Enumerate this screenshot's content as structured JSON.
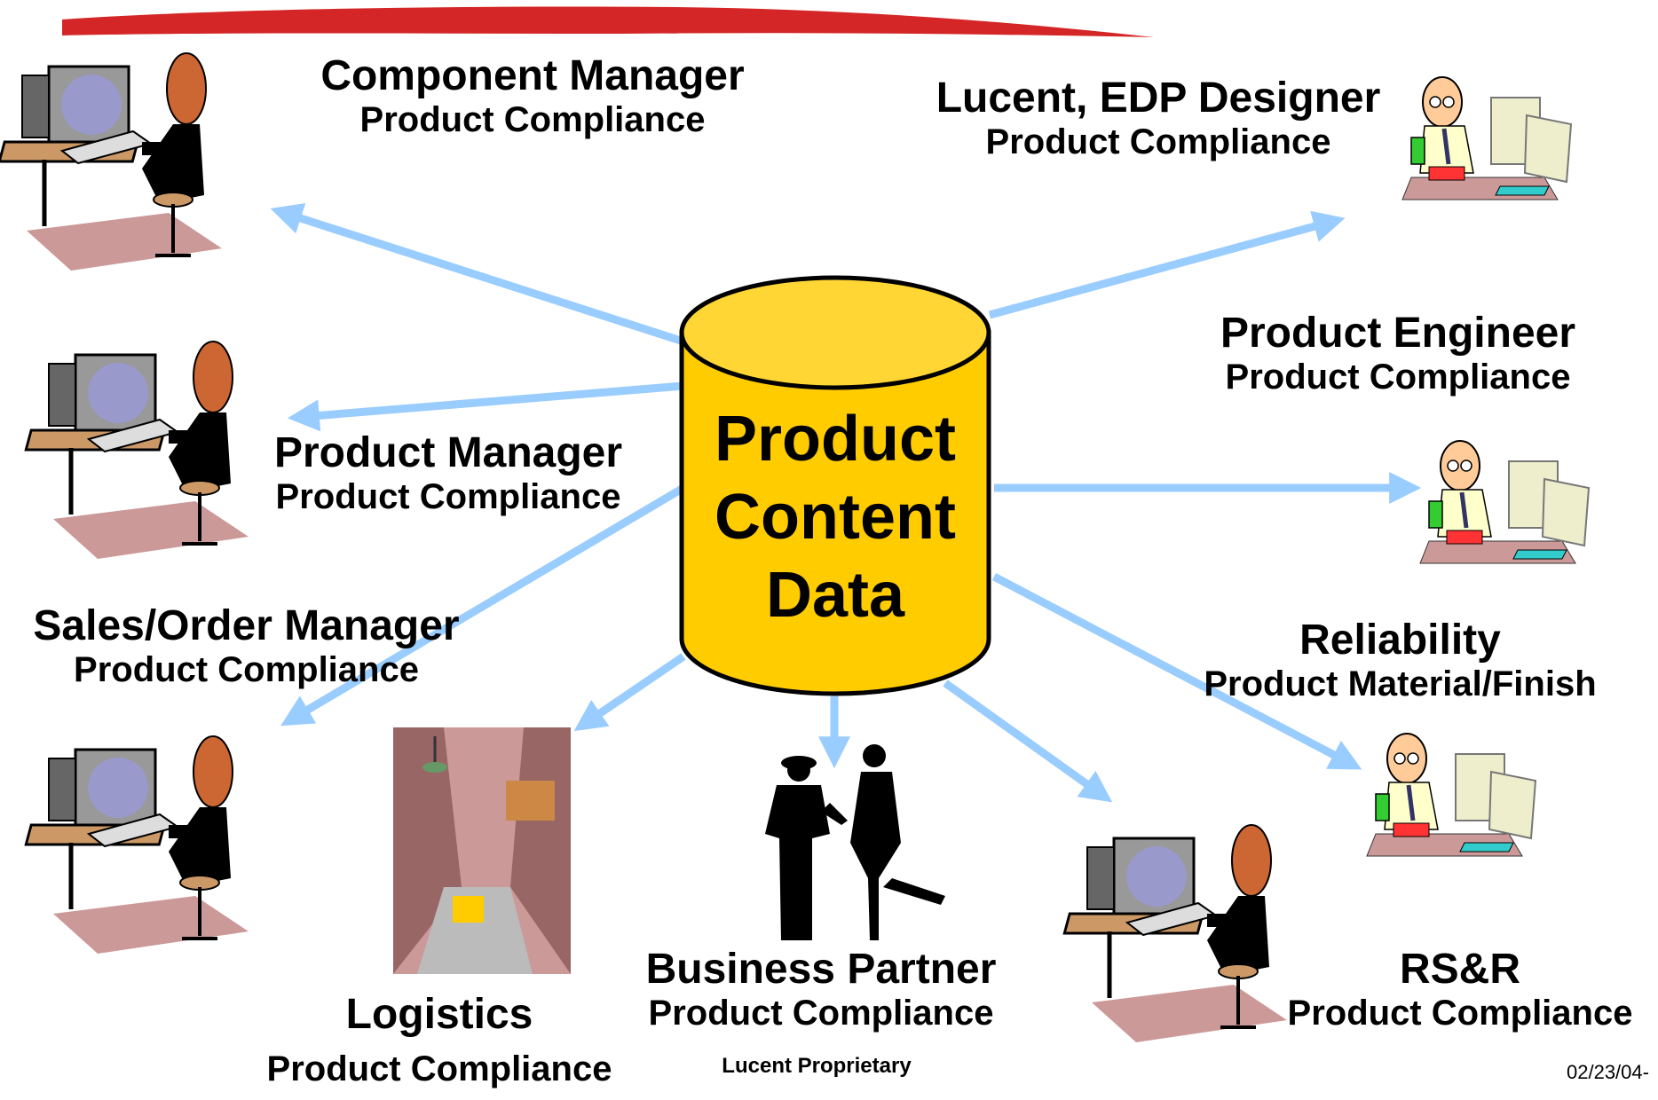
{
  "center": {
    "line1": "Product",
    "line2": "Content",
    "line3": "Data"
  },
  "roles": {
    "component_manager": {
      "title": "Component Manager",
      "subtitle": "Product Compliance"
    },
    "edp_designer": {
      "title": "Lucent, EDP Designer",
      "subtitle": "Product Compliance"
    },
    "product_engineer": {
      "title": "Product Engineer",
      "subtitle": "Product Compliance"
    },
    "product_manager": {
      "title": "Product Manager",
      "subtitle": "Product Compliance"
    },
    "sales_order_manager": {
      "title": "Sales/Order Manager",
      "subtitle": "Product Compliance"
    },
    "reliability": {
      "title": "Reliability",
      "subtitle": "Product Material/Finish"
    },
    "logistics": {
      "title": "Logistics",
      "subtitle": "Product Compliance"
    },
    "business_partner": {
      "title": "Business Partner",
      "subtitle": "Product Compliance"
    },
    "rsr": {
      "title": "RS&R",
      "subtitle": "Product Compliance"
    }
  },
  "footer": {
    "proprietary": "Lucent Proprietary",
    "date": "02/23/04-"
  },
  "colors": {
    "cylinder": "#ffcc00",
    "arrow": "#99ccff",
    "header_stroke": "#cc0000"
  },
  "icons": [
    "worker-at-computer-icon",
    "designer-at-computer-icon",
    "warehouse-icon",
    "handshake-icon"
  ]
}
